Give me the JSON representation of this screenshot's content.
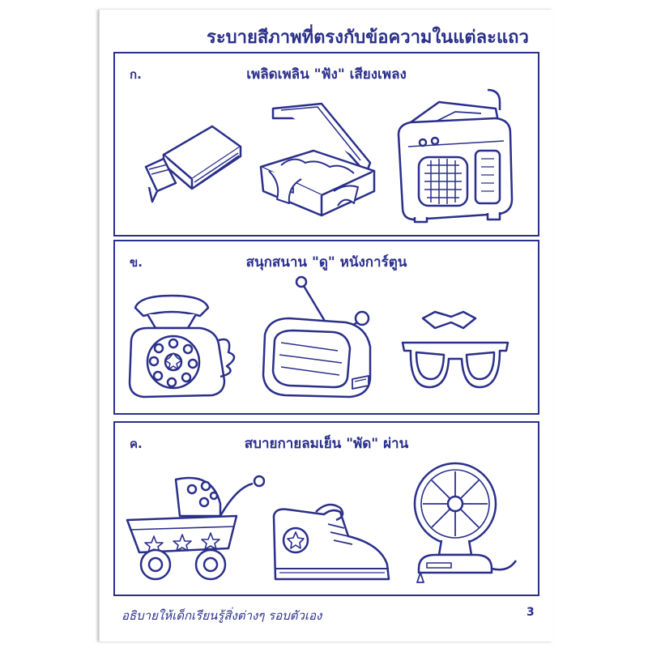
{
  "worksheet": {
    "instruction": "ระบายสีภาพที่ตรงกับข้อความในแต่ละแถว",
    "rows": [
      {
        "label": "ก.",
        "caption": "เพลิดเพลิน \"ฟัง\" เสียงเพลง",
        "items": [
          "book-pencil-icon",
          "suitcase-icon",
          "radio-icon"
        ]
      },
      {
        "label": "ข.",
        "caption": "สนุกสนาน \"ดู\" หนังการ์ตูน",
        "items": [
          "telephone-icon",
          "television-icon",
          "glasses-icon"
        ]
      },
      {
        "label": "ค.",
        "caption": "สบายกายลมเย็น \"พัด\" ผ่าน",
        "items": [
          "stroller-icon",
          "sneaker-icon",
          "electric-fan-icon"
        ]
      }
    ],
    "footer": "อธิบายให้เด็กเรียนรู้สิ่งต่างๆ รอบตัวเอง",
    "page_number": "3"
  },
  "colors": {
    "ink": "#2a2f8a",
    "paper": "#ffffff"
  }
}
